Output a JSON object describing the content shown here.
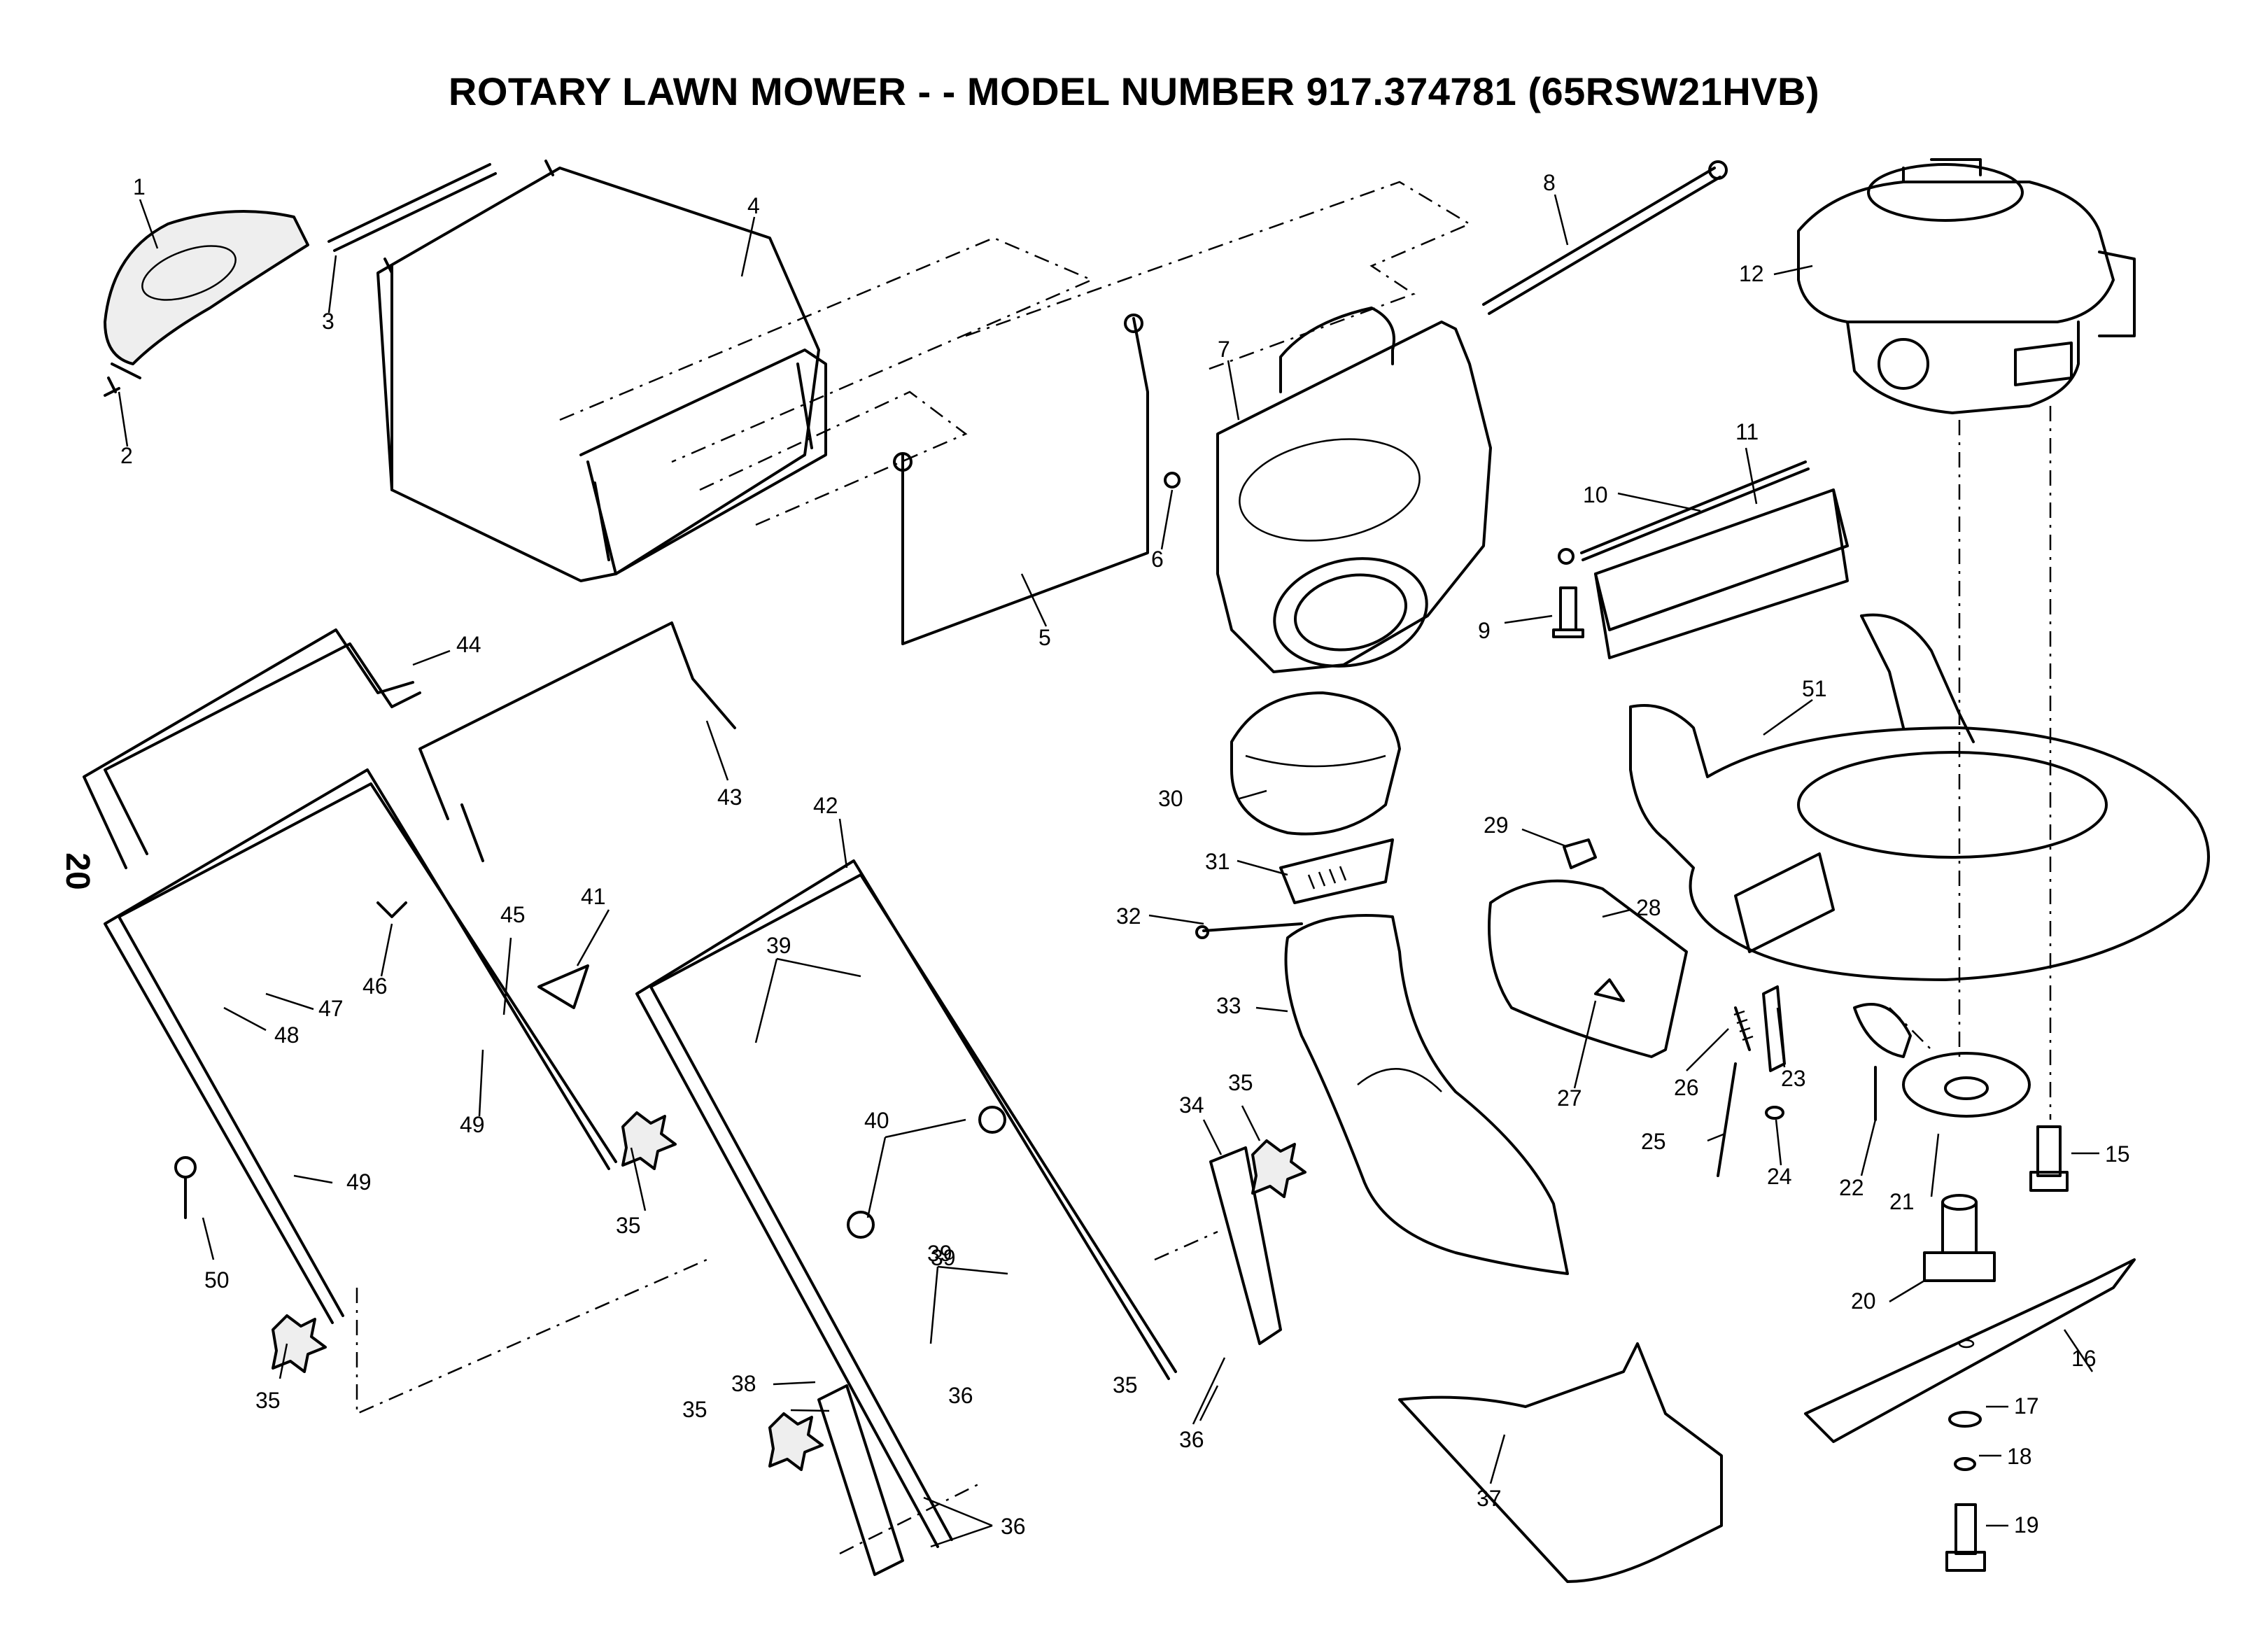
{
  "header": {
    "title": "ROTARY LAWN MOWER - - MODEL NUMBER 917.374781 (65RSW21HVB)",
    "page_number": "20"
  },
  "labels": [
    "1",
    "2",
    "3",
    "4",
    "5",
    "6",
    "7",
    "8",
    "9",
    "10",
    "11",
    "12",
    "15",
    "16",
    "17",
    "18",
    "19",
    "20",
    "21",
    "22",
    "23",
    "24",
    "25",
    "26",
    "27",
    "28",
    "29",
    "30",
    "31",
    "32",
    "33",
    "34",
    "35",
    "35",
    "35",
    "35",
    "35",
    "36",
    "36",
    "36",
    "37",
    "38",
    "39",
    "39",
    "39",
    "40",
    "41",
    "42",
    "43",
    "44",
    "45",
    "46",
    "47",
    "48",
    "49",
    "49",
    "50",
    "51"
  ]
}
